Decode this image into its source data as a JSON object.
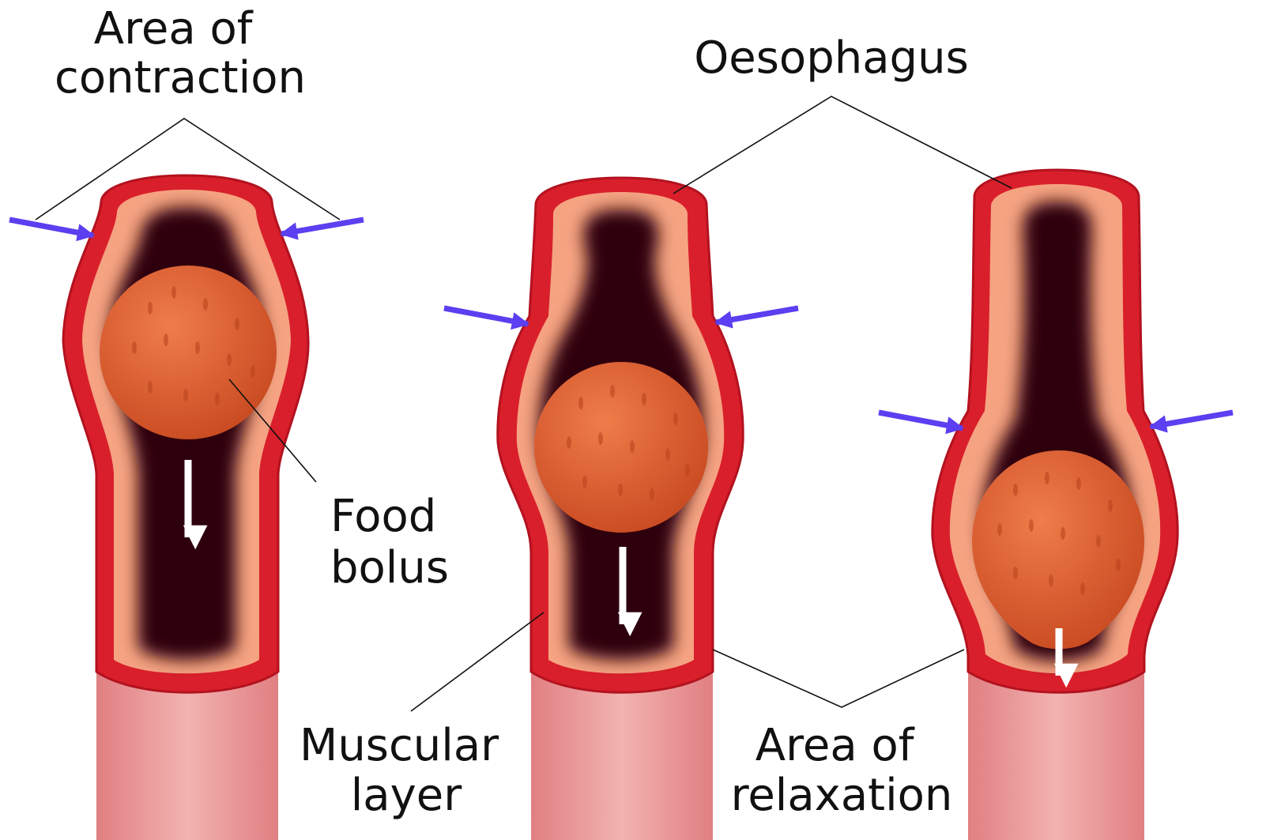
{
  "labels": {
    "area_of_contraction": [
      "Area of",
      "contraction"
    ],
    "oesophagus": "Oesophagus",
    "food_bolus": [
      "Food",
      "bolus"
    ],
    "muscular_layer": [
      "Muscular",
      "layer"
    ],
    "area_of_relaxation": [
      "Area of",
      "relaxation"
    ]
  },
  "colors": {
    "wall": "#d91f2b",
    "wall_outline": "#b3121f",
    "lining": "#f6a382",
    "lumen": "#2e0207",
    "bolus": "#e7622f",
    "bolus_dark": "#c94a21",
    "tube_base": "#e89a9a",
    "contraction_arrow": "#5b3ff0",
    "movement_arrow": "#ffffff"
  },
  "icons": {
    "contraction_arrow": "arrow-icon",
    "movement_arrow": "down-arrow-icon"
  }
}
